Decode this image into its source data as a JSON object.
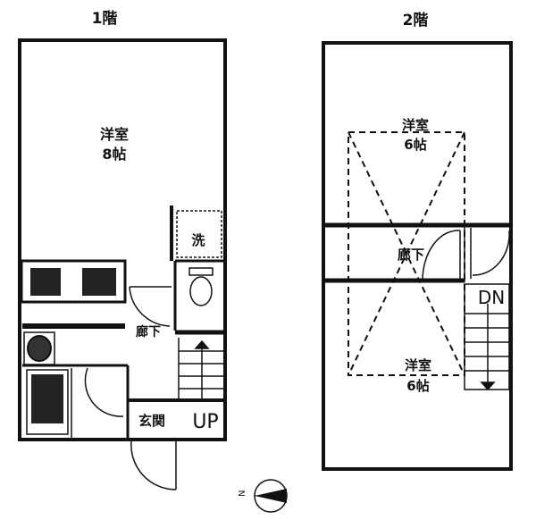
{
  "floors": [
    {
      "title": "1階",
      "rooms": {
        "western_room": {
          "name": "洋室",
          "size": "8帖"
        },
        "laundry": "洗",
        "hallway": "廊下",
        "entrance": "玄関",
        "stairs": "UP"
      }
    },
    {
      "title": "2階",
      "rooms": {
        "western_room_north": {
          "name": "洋室",
          "size": "6帖"
        },
        "hallway": "廊下",
        "stairs": "DN",
        "western_room_south": {
          "name": "洋室",
          "size": "6帖"
        }
      }
    }
  ],
  "compass": {
    "label": "N"
  },
  "colors": {
    "wall": "#111111",
    "background": "#ffffff"
  }
}
